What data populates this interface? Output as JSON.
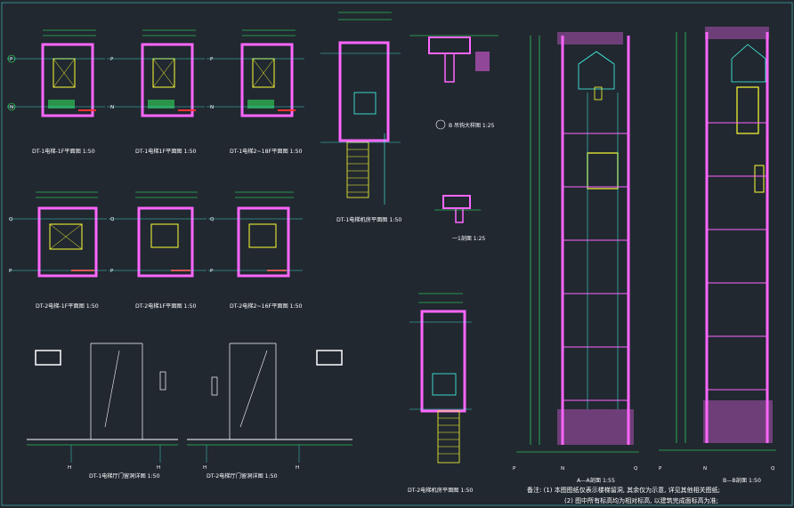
{
  "colors": {
    "background": "#212830",
    "wall": "#ff66ff",
    "dimension": "#33ff66",
    "grid": "#44ffee",
    "car": "#ffff33",
    "accent": "#ff3333",
    "text": "#ffffff"
  },
  "plans_top": [
    {
      "title": "DT-1电梯-1F平面图 1:50"
    },
    {
      "title": "DT-1电梯1F平面图 1:50"
    },
    {
      "title": "DT-1电梯2~18F平面图 1:50"
    }
  ],
  "plans_mid": [
    {
      "title": "DT-2电梯-1F平面图 1:50"
    },
    {
      "title": "DT-2电梯1F平面图 1:50"
    },
    {
      "title": "DT-2电梯2~16F平面图 1:50"
    }
  ],
  "machine_room": {
    "title_1": "DT-1电梯机房平面图 1:50",
    "title_2": "DT-2电梯机房平面图 1:50"
  },
  "details": {
    "detail_b": "B 吊钩大样图 1:25",
    "detail_a": "一1剖面 1:25"
  },
  "door_details": {
    "title_1": "DT-1电梯厅门留洞详图 1:50",
    "title_2": "DT-2电梯厅门留洞详图 1:50"
  },
  "sections": {
    "title_aa": "A—A剖面 1:55",
    "title_bb": "B—B剖面 1:50"
  },
  "axis_labels": {
    "top_row": [
      "P",
      "N",
      "P",
      "N",
      "P",
      "N"
    ],
    "mid_row": [
      "Q",
      "P",
      "Q",
      "P",
      "Q",
      "P"
    ],
    "bottom": [
      "H",
      "H",
      "H",
      "H"
    ],
    "section_aa": [
      "P",
      "N",
      "Q"
    ],
    "section_bb": [
      "P",
      "N",
      "Q"
    ]
  },
  "notes": {
    "line_1": "备注: (1) 本图图纸仅表示楼梯留洞, 其余仅为示意, 详见其他相关图纸;",
    "line_2": "(2) 图中所有标高均为相对标高, 以建筑完成面标高为准;"
  }
}
